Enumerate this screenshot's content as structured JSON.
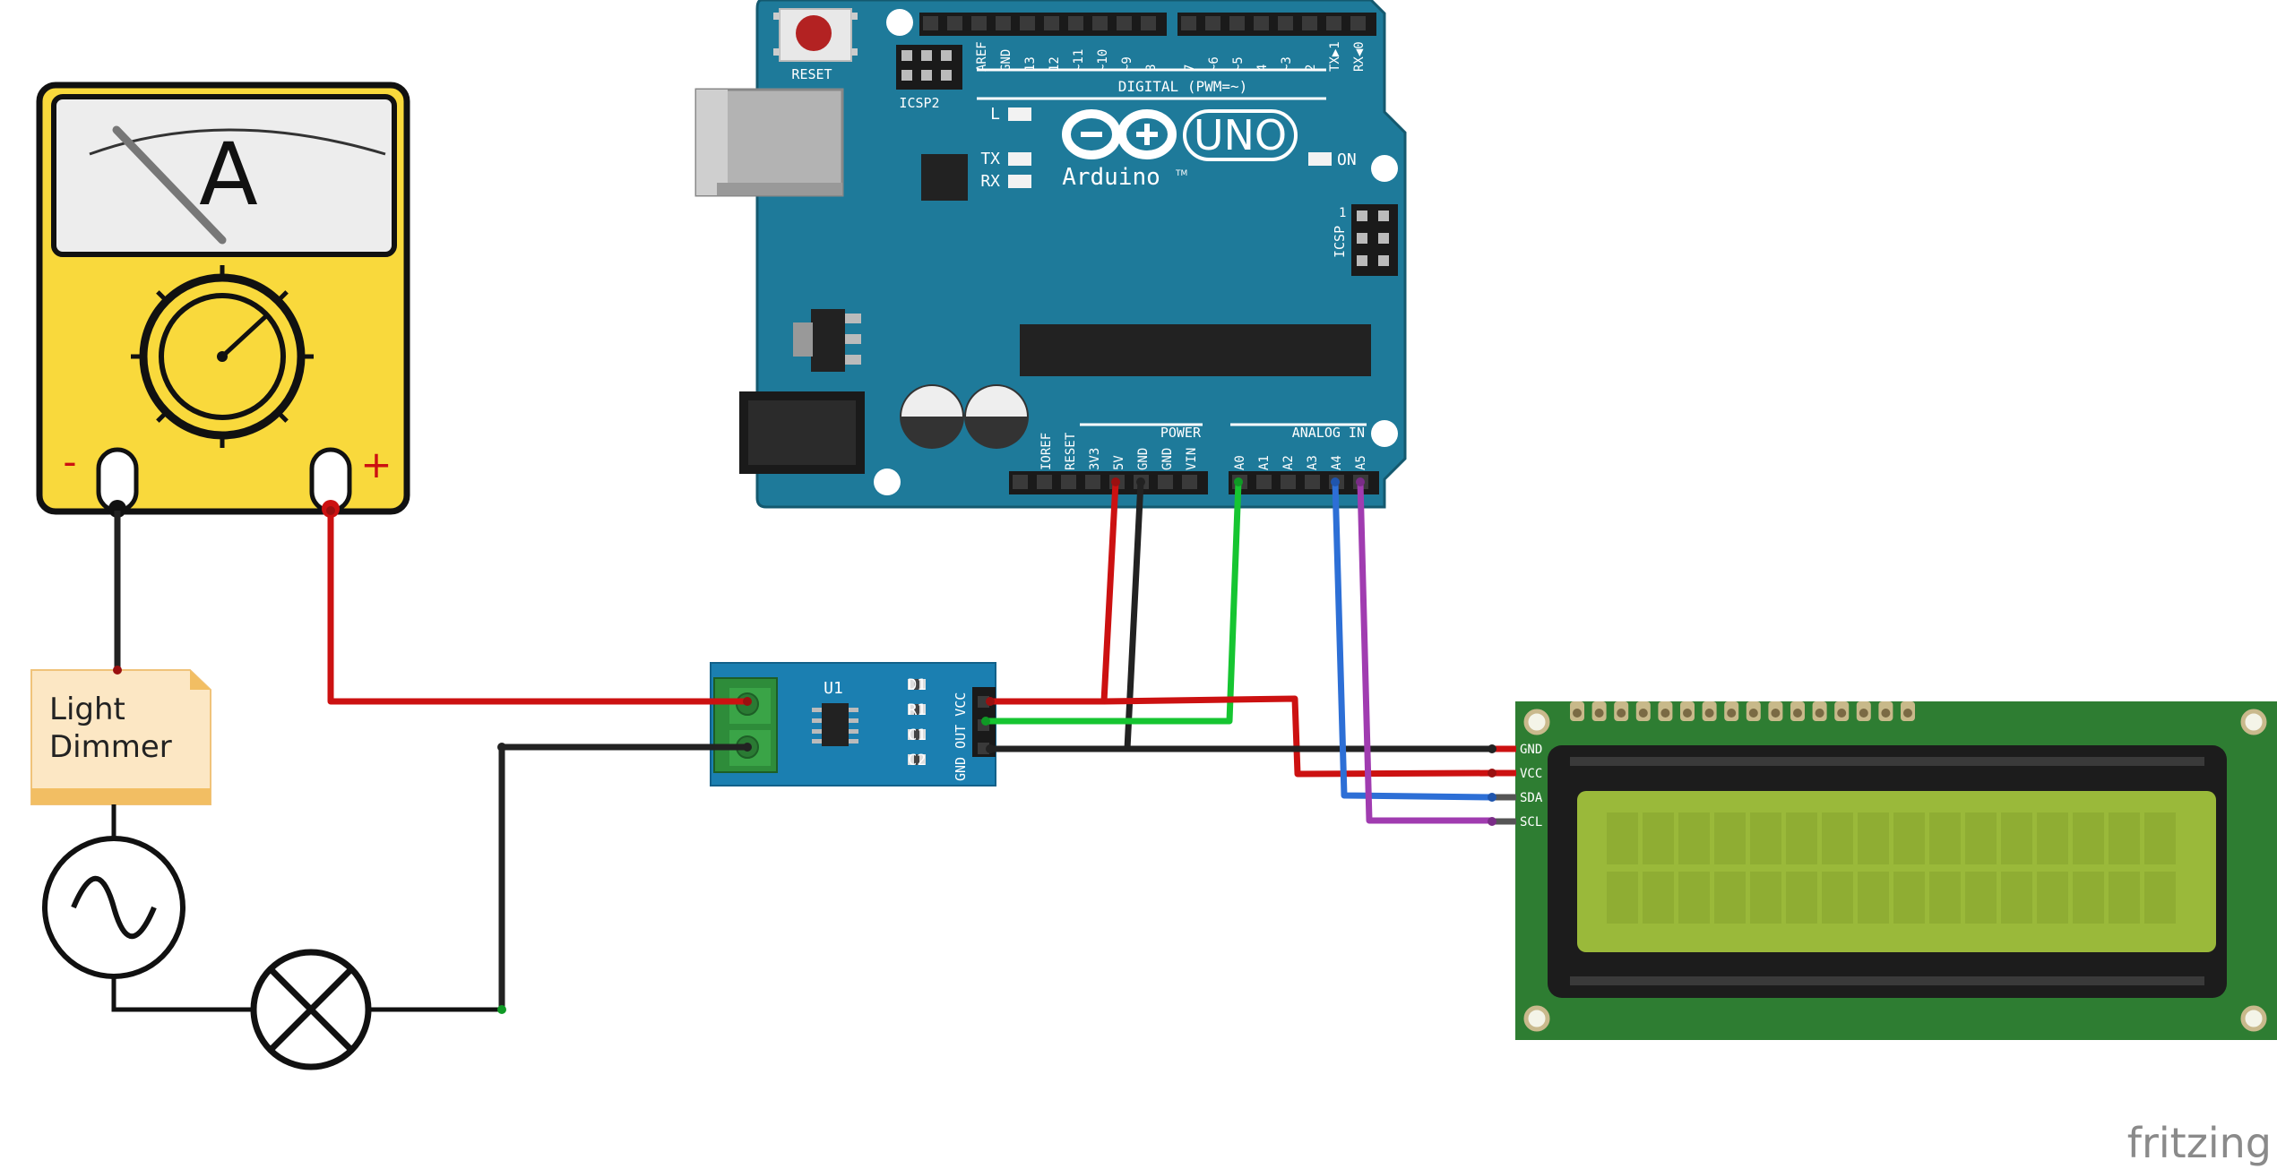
{
  "meter": {
    "label": "A",
    "minus": "-",
    "plus": "+"
  },
  "dimmer": {
    "line1": "Light",
    "line2": "Dimmer"
  },
  "sensor": {
    "ref": "U1",
    "pins": [
      "D1",
      "R1",
      "C1",
      "C2"
    ],
    "header": "GND OUT VCC"
  },
  "arduino": {
    "reset": "RESET",
    "icsp2": "ICSP2",
    "icsp": "ICSP",
    "icsp_pin1": "1",
    "led_l": "L",
    "led_tx": "TX",
    "led_rx": "RX",
    "led_on": "ON",
    "brand": "Arduino",
    "model": "UNO",
    "tm": "TM",
    "digital_label": "DIGITAL (PWM=~)",
    "digital_pins": [
      "AREF",
      "GND",
      "13",
      "12",
      "~11",
      "~10",
      "~9",
      "8",
      "7",
      "~6",
      "~5",
      "4",
      "~3",
      "2",
      "TX▶1",
      "RX◀0"
    ],
    "power_label": "POWER",
    "power_pins": [
      "IOREF",
      "RESET",
      "3V3",
      "5V",
      "GND",
      "GND",
      "VIN"
    ],
    "analog_label": "ANALOG IN",
    "analog_pins": [
      "A0",
      "A1",
      "A2",
      "A3",
      "A4",
      "A5"
    ]
  },
  "lcd": {
    "pins": [
      "GND",
      "VCC",
      "SDA",
      "SCL"
    ]
  },
  "watermark": "fritzing",
  "colors": {
    "board": "#1e7a9a",
    "meter_body": "#f9d93c",
    "sensor_board": "#1b7fb1",
    "lcd_pcb": "#2e7d32",
    "lcd_screen": "#9ab93a",
    "wire_red": "#cc1111",
    "wire_black": "#222222",
    "wire_green": "#16c531",
    "wire_blue": "#2d6fd6",
    "wire_purple": "#a03cb0"
  }
}
